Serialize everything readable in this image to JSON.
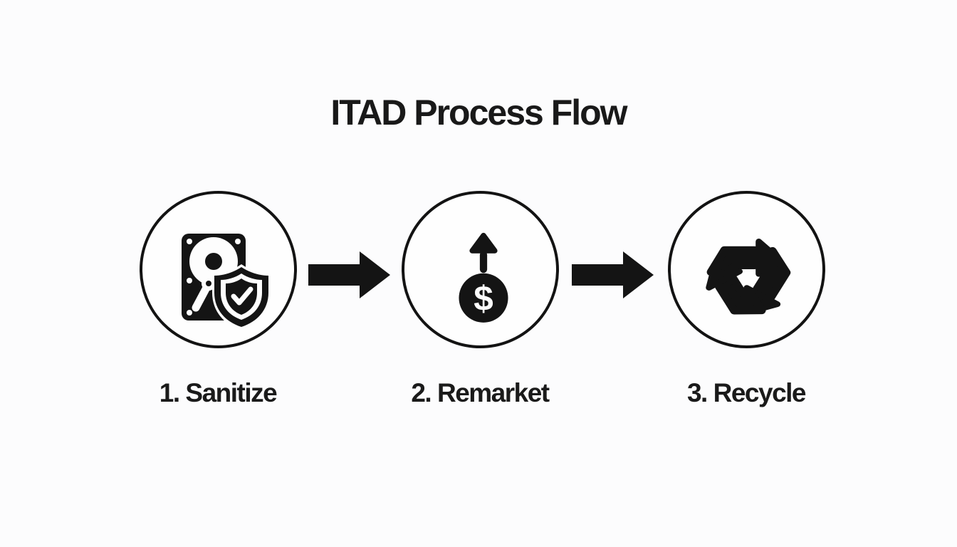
{
  "title": "ITAD Process Flow",
  "colors": {
    "background": "#fcfcfd",
    "ink": "#161616",
    "circle_outline": "#131313",
    "circle_fill": "#fefefe",
    "icon_fill": "#141414"
  },
  "steps": [
    {
      "number": "1",
      "label": "1. Sanitize",
      "icon": "hard-drive-shield-icon"
    },
    {
      "number": "2",
      "label": "2. Remarket",
      "icon": "money-up-arrow-icon"
    },
    {
      "number": "3",
      "label": "3. Recycle",
      "icon": "recycle-icon"
    }
  ],
  "connectors": [
    {
      "icon": "arrow-right-icon"
    },
    {
      "icon": "arrow-right-icon"
    }
  ],
  "currency_symbol": "$"
}
